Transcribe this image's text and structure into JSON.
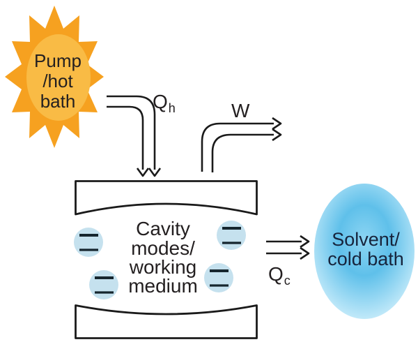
{
  "sun": {
    "label_lines": [
      "Pump",
      "/hot",
      "bath"
    ]
  },
  "arrows": {
    "heat_in": {
      "symbol": "Q",
      "subscript": "h"
    },
    "work_out": {
      "symbol": "W"
    },
    "heat_out": {
      "symbol": "Q",
      "subscript": "c"
    }
  },
  "cavity": {
    "label_lines": [
      "Cavity",
      "modes/",
      "working",
      "medium"
    ]
  },
  "cold_bath": {
    "label_lines": [
      "Solvent/",
      "cold bath"
    ]
  },
  "colors": {
    "line": "#1a1a1a",
    "text": "#231f20",
    "sun_outer": "#f6a120",
    "sun_inner": "#f9bb45",
    "atom_fill": "#c5e1ee",
    "atom_level": "#16262e",
    "cold_bath_core": "#8dd5f3",
    "cold_bath_mid": "#5fc0ea",
    "cold_bath_edge": "#cdeefb",
    "cold_bath_text": "#17243c"
  }
}
